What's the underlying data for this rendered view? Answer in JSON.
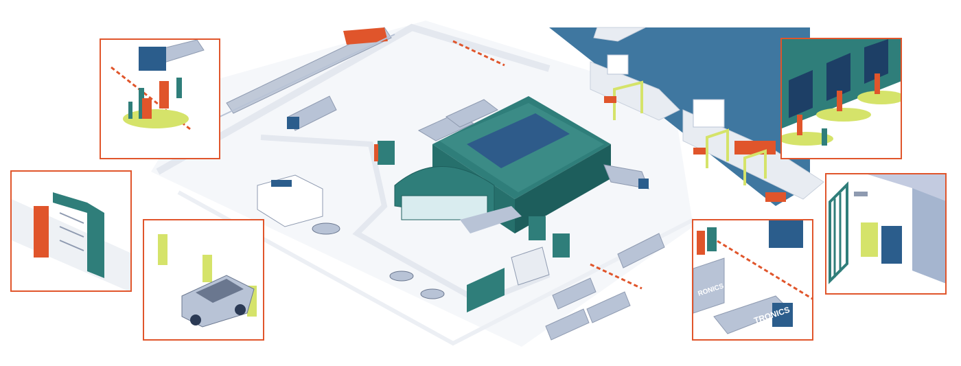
{
  "colors": {
    "frame_accent": "#e0552b",
    "water": "#3f77a0",
    "teal": "#2f7e7a",
    "teal_dark": "#1d5e5c",
    "truck_trailer": "#b8c3d6",
    "truck_cab": "#2b5d8c",
    "road": "#eef1f5",
    "lime": "#d5e36a",
    "orange": "#e0552b"
  },
  "insets": [
    {
      "name": "inset-truck-barrier",
      "icons": [
        "truck-icon",
        "barrier-gate-icon",
        "bollard-icon"
      ]
    },
    {
      "name": "inset-turnstile",
      "icons": [
        "full-height-turnstile-icon",
        "access-terminal-icon"
      ]
    },
    {
      "name": "inset-ev-charging",
      "icons": [
        "car-icon",
        "charging-station-icon"
      ]
    },
    {
      "name": "inset-loading-docks",
      "icons": [
        "loading-dock-door-icon",
        "bollard-icon"
      ]
    },
    {
      "name": "inset-gate-barrier",
      "icons": [
        "truck-icon",
        "barrier-arm-icon",
        "access-terminal-icon"
      ]
    },
    {
      "name": "inset-entrance-gate",
      "icons": [
        "security-camera-icon",
        "swing-gate-icon",
        "badge-reader-icon"
      ]
    }
  ],
  "truck_brand_fragment": "TRONICS",
  "truck_brand_fragment_lower": "RONICS"
}
